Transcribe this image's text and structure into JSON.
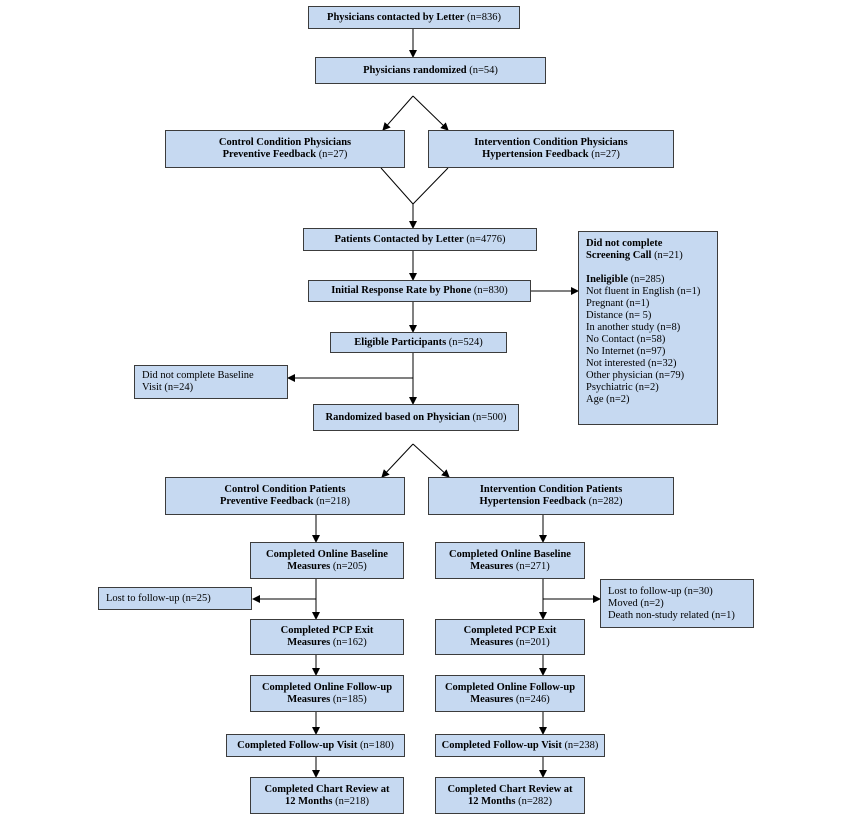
{
  "boxes": {
    "physicians_contacted": {
      "bold": "Physicians contacted by Letter",
      "rest": " (n=836)"
    },
    "physicians_randomized": {
      "bold": "Physicians randomized",
      "rest": " (n=54)"
    },
    "control_physicians": {
      "line1": "Control Condition Physicians",
      "line2_bold": "Preventive Feedback",
      "line2_rest": " (n=27)"
    },
    "intervention_physicians": {
      "line1": "Intervention Condition Physicians",
      "line2_bold": "Hypertension Feedback",
      "line2_rest": " (n=27)"
    },
    "patients_contacted": {
      "bold": "Patients Contacted by Letter",
      "rest": " (n=4776)"
    },
    "initial_response": {
      "bold": "Initial Response Rate by Phone",
      "rest": " (n=830)"
    },
    "eligible": {
      "bold": "Eligible Participants",
      "rest": " (n=524)"
    },
    "no_baseline_visit": {
      "line1": "Did not complete Baseline",
      "line2": "Visit (n=24)"
    },
    "randomized_physician": {
      "bold": "Randomized based on Physician",
      "rest": " (n=500)"
    },
    "exclusions": {
      "title1": "Did not complete",
      "title2_bold": "Screening Call",
      "title2_rest": " (n=21)",
      "ineligible_bold": "Ineligible",
      "ineligible_rest": " (n=285)",
      "reasons": [
        "Not fluent in English (n=1)",
        "Pregnant (n=1)",
        "Distance (n= 5)",
        "In another study (n=8)",
        "No Contact (n=58)",
        "No Internet (n=97)",
        "Not interested (n=32)",
        "Other physician (n=79)",
        "Psychiatric (n=2)",
        "Age (n=2)"
      ]
    },
    "control_patients": {
      "line1": "Control Condition Patients",
      "line2_bold": "Preventive Feedback",
      "line2_rest": " (n=218)"
    },
    "intervention_patients": {
      "line1": "Intervention Condition Patients",
      "line2_bold": "Hypertension Feedback",
      "line2_rest": " (n=282)"
    },
    "control_baseline": {
      "line1": "Completed Online Baseline",
      "line2_bold": "Measures",
      "line2_rest": " (n=205)"
    },
    "intervention_baseline": {
      "line1": "Completed Online Baseline",
      "line2_bold": "Measures",
      "line2_rest": " (n=271)"
    },
    "control_lost": {
      "text": "Lost to follow-up (n=25)"
    },
    "intervention_lost": {
      "lines": [
        "Lost to follow-up (n=30)",
        "Moved (n=2)",
        "Death non-study related (n=1)"
      ]
    },
    "control_pcp": {
      "line1": "Completed PCP Exit",
      "line2_bold": "Measures",
      "line2_rest": " (n=162)"
    },
    "intervention_pcp": {
      "line1": "Completed PCP Exit",
      "line2_bold": "Measures",
      "line2_rest": " (n=201)"
    },
    "control_followup_online": {
      "line1": "Completed Online Follow-up",
      "line2_bold": "Measures",
      "line2_rest": " (n=185)"
    },
    "intervention_followup_online": {
      "line1": "Completed Online Follow-up",
      "line2_bold": "Measures",
      "line2_rest": " (n=246)"
    },
    "control_followup_visit": {
      "bold": "Completed Follow-up Visit",
      "rest": " (n=180)"
    },
    "intervention_followup_visit": {
      "bold": "Completed Follow-up Visit",
      "rest": " (n=238)"
    },
    "control_chart": {
      "line1": "Completed Chart Review at",
      "line2_bold": "12 Months",
      "line2_rest": " (n=218)"
    },
    "intervention_chart": {
      "line1": "Completed Chart Review at",
      "line2_bold": "12 Months",
      "line2_rest": " (n=282)"
    }
  },
  "colors": {
    "box_fill": "#c6d9f1",
    "box_border": "#3c3c3c",
    "line": "#000000"
  }
}
